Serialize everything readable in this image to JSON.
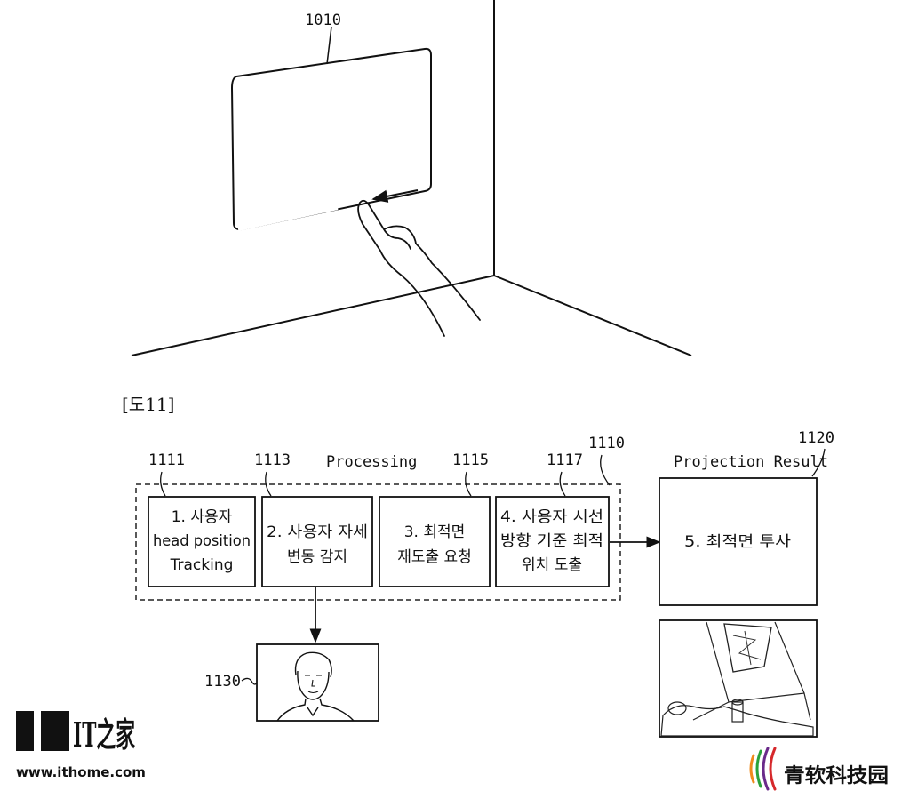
{
  "top_figure": {
    "screen_label": "1010"
  },
  "figure_label": "[도11]",
  "processing": {
    "group_ref": "1110",
    "title": "Processing",
    "steps": [
      {
        "ref": "1111",
        "lines": [
          "1. 사용자",
          "head position",
          "Tracking"
        ]
      },
      {
        "ref": "1113",
        "lines": [
          "2. 사용자 자세",
          "변동 감지"
        ]
      },
      {
        "ref": "1115",
        "lines": [
          "3. 최적면",
          "재도출 요청"
        ]
      }
    ],
    "step4": {
      "ref": "1117",
      "lines": [
        "4. 사용자 시선",
        "방향 기준 최적",
        "위치 도출"
      ]
    }
  },
  "projection": {
    "ref": "1120",
    "title": "Projection Result",
    "text": "5. 최적면 투사"
  },
  "camera_ref": "1130",
  "watermarks": {
    "ithome_logo": "IT之家",
    "ithome_url": "www.ithome.com",
    "qingruan": "青软科技园"
  },
  "colors": {
    "ink": "#111111",
    "wm_red": "#d6282b",
    "wm_orange": "#f08a1c",
    "wm_green": "#2aa23a",
    "wm_purple": "#6a2a8a"
  }
}
